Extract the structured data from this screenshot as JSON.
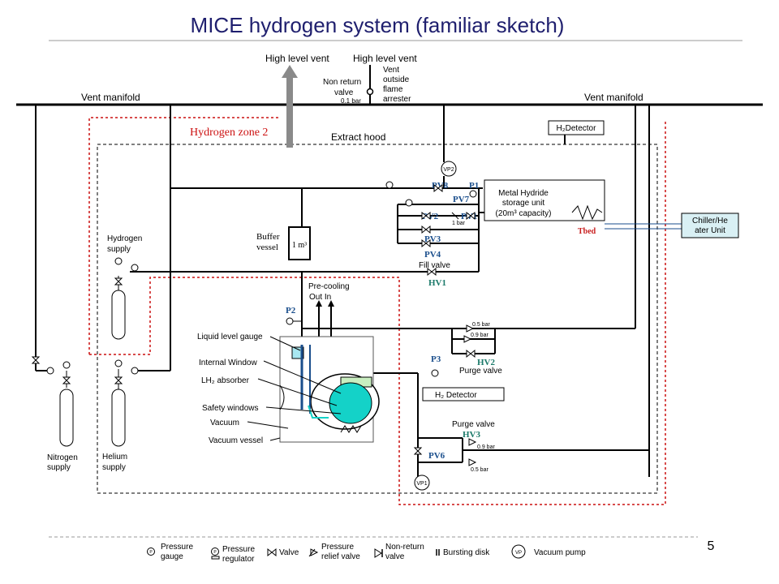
{
  "slide": {
    "title": "MICE hydrogen system (familiar sketch)",
    "page_number": "5"
  },
  "colors": {
    "title": "#1f1f6e",
    "red": "#cc1111",
    "tbed": "#c81e1e",
    "valve_label_blue": "#1a4e8c",
    "hv_label_teal": "#1c7a6a",
    "lh2_absorber": "#14d2c8",
    "vent_arrow": "#8a8a8a",
    "chiller_fill": "#d9f0f4"
  },
  "labels": {
    "high_level_vent_left": "High level vent",
    "high_level_vent_right": "High level vent",
    "vent_outside": "Vent",
    "vent_outside_2": "outside",
    "vent_outside_3": "flame",
    "vent_outside_4": "arrester",
    "non_return_1": "Non return",
    "non_return_2": "valve",
    "non_return_bar": "0.1 bar",
    "vent_manifold_left": "Vent manifold",
    "vent_manifold_right": "Vent manifold",
    "hydrogen_zone": "Hydrogen zone 2",
    "extract_hood": "Extract hood",
    "h2_detector_top": "H₂Detector",
    "h2_detector_mid": "H₂ Detector",
    "metal_hydride_1": "Metal Hydride",
    "metal_hydride_2": "storage unit",
    "metal_hydride_3": "(20m³ capacity)",
    "tbed": "Tbed",
    "chiller_1": "Chiller/He",
    "chiller_2": "ater Unit",
    "hydrogen_supply_1": "Hydrogen",
    "hydrogen_supply_2": "supply",
    "buffer_1": "Buffer",
    "buffer_2": "vessel",
    "buffer_vol": "1 m³",
    "fill_valve": "Fill valve",
    "precooling": "Pre-cooling",
    "out_in": "Out   In",
    "liquid_level": "Liquid level gauge",
    "internal_window": "Internal Window",
    "lh2_absorber": "LH₂ absorber",
    "safety_windows": "Safety windows",
    "vacuum": "Vacuum",
    "vacuum_vessel": "Vacuum vessel",
    "purge_valve_1": "Purge valve",
    "purge_valve_2": "Purge valve",
    "bar_05_a": "0.5 bar",
    "bar_09_a": "0.9 bar",
    "bar_09_b": "0.9 bar",
    "bar_05_b": "0.5 bar",
    "bar_1": "1 bar",
    "nitrogen_1": "Nitrogen",
    "nitrogen_2": "supply",
    "helium_1": "Helium",
    "helium_2": "supply",
    "vp1": "VP1",
    "vp2": "VP2"
  },
  "valve_tags": {
    "pv8": "PV8",
    "p1": "P1",
    "pv7": "PV7",
    "pv2": "PV2",
    "pv1": "PV1",
    "pv3": "PV3",
    "pv4": "PV4",
    "hv1": "HV1",
    "p2": "P2",
    "p3": "P3",
    "hv2": "HV2",
    "hv3": "HV3",
    "pv6": "PV6"
  },
  "legend": {
    "pressure_gauge_1": "Pressure",
    "pressure_gauge_2": "gauge",
    "pressure_regulator_1": "Pressure",
    "pressure_regulator_2": "regulator",
    "valve": "Valve",
    "relief_1": "Pressure",
    "relief_2": "relief valve",
    "nonreturn_1": "Non-return",
    "nonreturn_2": "valve",
    "bursting_disk": "Bursting disk",
    "vacuum_pump": "Vacuum pump",
    "p_symbol": "P",
    "vp_symbol": "VP"
  }
}
